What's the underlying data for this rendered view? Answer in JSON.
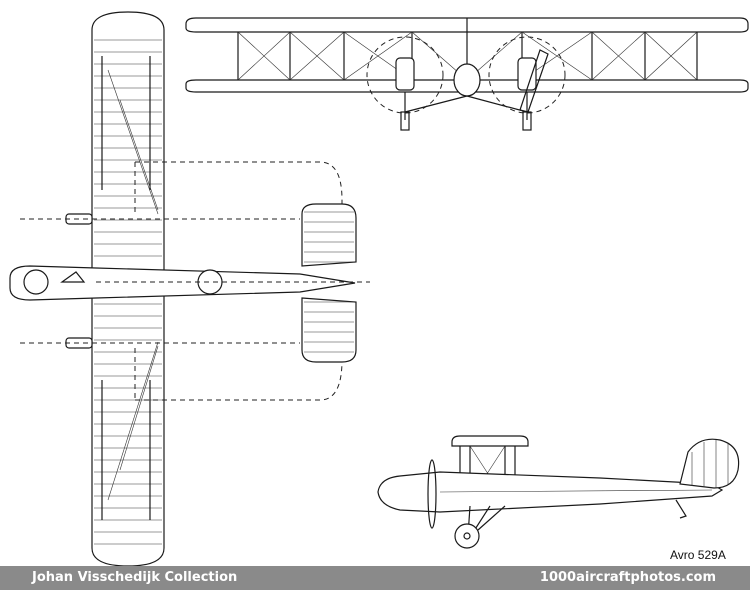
{
  "caption": "Avro 529A",
  "footer": {
    "left_text": "Johan Visschedijk Collection",
    "right_text": "1000aircraftphotos.com"
  }
}
